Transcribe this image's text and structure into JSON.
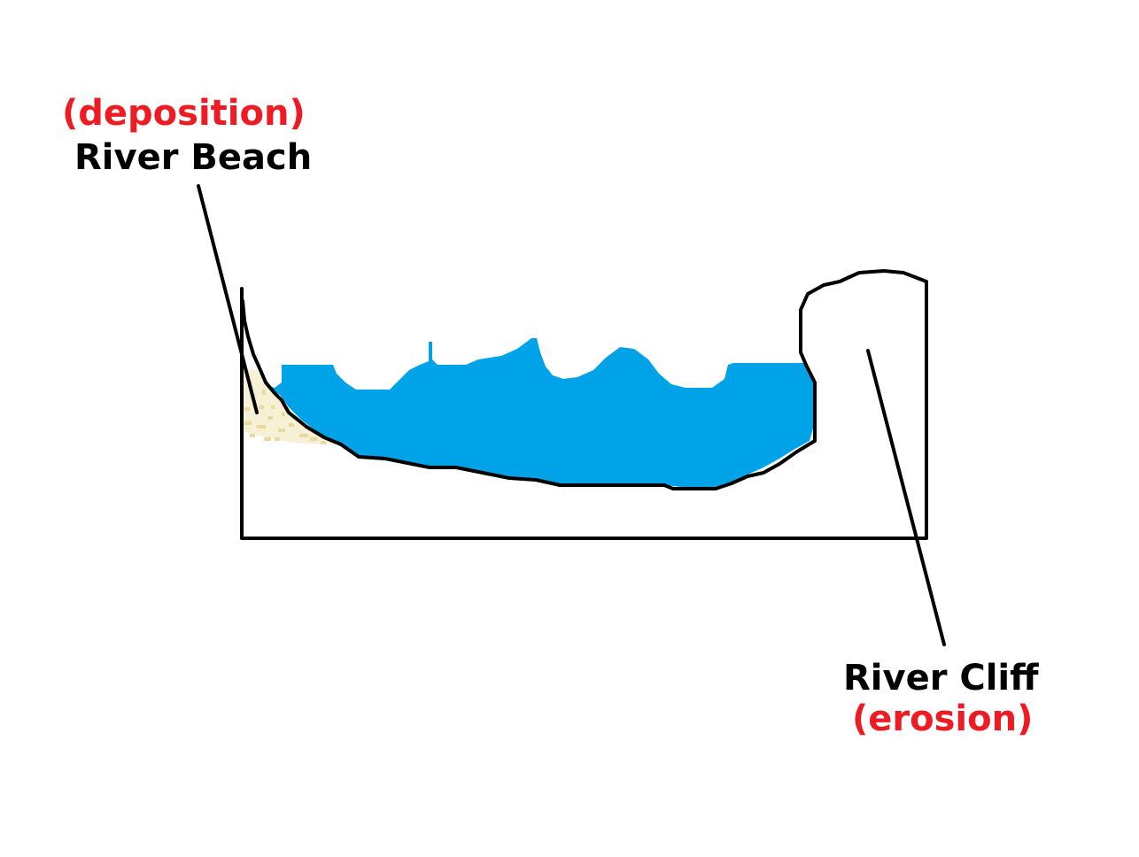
{
  "labels": {
    "beach_process": "(deposition)",
    "beach_name": "River Beach",
    "cliff_name": "River Cliff",
    "cliff_process": "(erosion)"
  },
  "colors": {
    "process_text": "#ed1c24",
    "name_text": "#000000",
    "water": "#00a2e8",
    "sand": "#efe4b0",
    "outline": "#000000"
  }
}
